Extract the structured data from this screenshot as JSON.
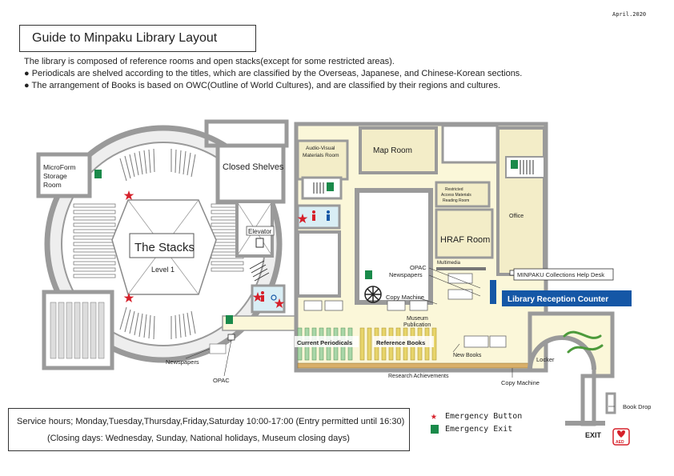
{
  "header": {
    "date": "April.2020",
    "title": "Guide to Minpaku Library Layout"
  },
  "intro": {
    "line1": "The library is composed of reference rooms and open stacks(except for some restricted areas).",
    "line2": "● Periodicals are shelved according to the titles, which are classified by the Overseas, Japanese, and Chinese-Korean sections.",
    "line3": "● The arrangement of Books is based on OWC(Outline of World Cultures), and are classified by their regions and cultures."
  },
  "rooms": {
    "microform_1": "MicroForm",
    "microform_2": "Storage",
    "microform_3": "Room",
    "closed_shelves": "Closed Shelves",
    "stacks": "The Stacks",
    "level": "Level 1",
    "elevator": "Elevator",
    "audio_visual_1": "Audio-Visual",
    "audio_visual_2": "Materials Room",
    "map_room": "Map Room",
    "restricted_1": "Restricted",
    "restricted_2": "Access Materials",
    "restricted_3": "Reading Room",
    "office": "Office",
    "hraf_room": "HRAF Room",
    "multimedia": "Multimedia",
    "current_periodicals": "Current Periodicals",
    "reference_books": "Reference Books"
  },
  "labels": {
    "opac_right": "OPAC",
    "newspapers_right": "Newspapers",
    "copy_machine_1": "Copy Machine",
    "help_desk": "MINPAKU Collections Help Desk",
    "reception_counter": "Library Reception Counter",
    "museum_pub_1": "Museum",
    "museum_pub_2": "Publication",
    "new_books": "New Books",
    "locker": "Locker",
    "research_achievements": "Research Achievements",
    "copy_machine_2": "Copy Machine",
    "newspapers_left": "Newspapers",
    "opac_left": "OPAC",
    "book_drop": "Book Drop",
    "exit": "EXIT",
    "aed": "AED"
  },
  "service": {
    "hours": "Service hours; Monday,Tuesday,Thursday,Friday,Saturday   10:00-17:00 (Entry permitted until 16:30)",
    "closing": "(Closing days: Wednesday, Sunday, National holidays, Museum closing days)"
  },
  "legend": {
    "emergency_button": "Emergency Button",
    "emergency_exit": "Emergency Exit"
  },
  "colors": {
    "wall": "#9a9a9a",
    "floor": "#fbf7d9",
    "room_fill": "#f3edc8",
    "reception": "#1557a6",
    "star": "#d6202a",
    "exit_green": "#1a8a4a",
    "toilet_bg": "#d9eef5",
    "periodical_shelf": "#a9d6a8",
    "reference_shelf": "#e7d46a"
  }
}
